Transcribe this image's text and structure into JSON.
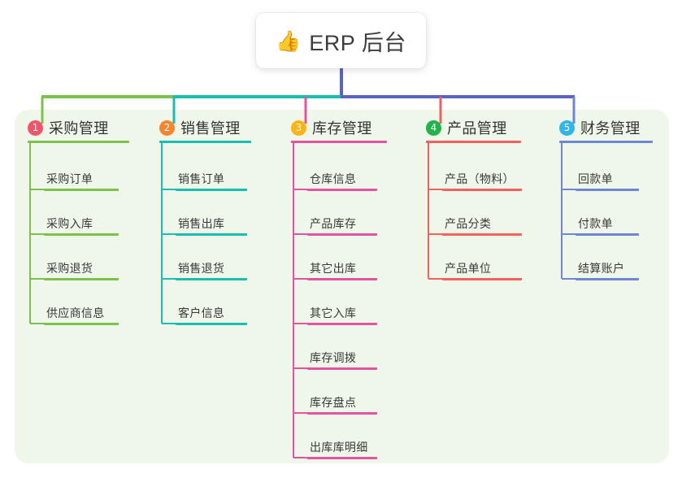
{
  "root": {
    "emoji": "👍",
    "emoji_name": "thumbs-up-icon",
    "label": "ERP 后台"
  },
  "palette": {
    "panel_bg": "#eef7e9",
    "card_bg": "#ffffff",
    "text": "#333333",
    "trunk": "#5a63c4"
  },
  "columns": [
    {
      "number": "1",
      "title": "采购管理",
      "badge_color": "#f0566b",
      "branch_color": "#7cc14c",
      "items": [
        {
          "label": "采购订单"
        },
        {
          "label": "采购入库"
        },
        {
          "label": "采购退货"
        },
        {
          "label": "供应商信息"
        }
      ]
    },
    {
      "number": "2",
      "title": "销售管理",
      "badge_color": "#f5862e",
      "branch_color": "#18bfb0",
      "items": [
        {
          "label": "销售订单"
        },
        {
          "label": "销售出库"
        },
        {
          "label": "销售退货"
        },
        {
          "label": "客户信息"
        }
      ]
    },
    {
      "number": "3",
      "title": "库存管理",
      "badge_color": "#fbb315",
      "branch_color": "#e5539f",
      "items": [
        {
          "label": "仓库信息"
        },
        {
          "label": "产品库存"
        },
        {
          "label": "其它出库"
        },
        {
          "label": "其它入库"
        },
        {
          "label": "库存调拨"
        },
        {
          "label": "库存盘点"
        },
        {
          "label": "出库库明细"
        }
      ]
    },
    {
      "number": "4",
      "title": "产品管理",
      "badge_color": "#22b24c",
      "branch_color": "#f4605d",
      "items": [
        {
          "label": "产品（物料）"
        },
        {
          "label": "产品分类"
        },
        {
          "label": "产品单位"
        }
      ]
    },
    {
      "number": "5",
      "title": "财务管理",
      "badge_color": "#32b6e8",
      "branch_color": "#6f86d6",
      "items": [
        {
          "label": "回款单"
        },
        {
          "label": "付款单"
        },
        {
          "label": "结算账户"
        }
      ]
    }
  ]
}
